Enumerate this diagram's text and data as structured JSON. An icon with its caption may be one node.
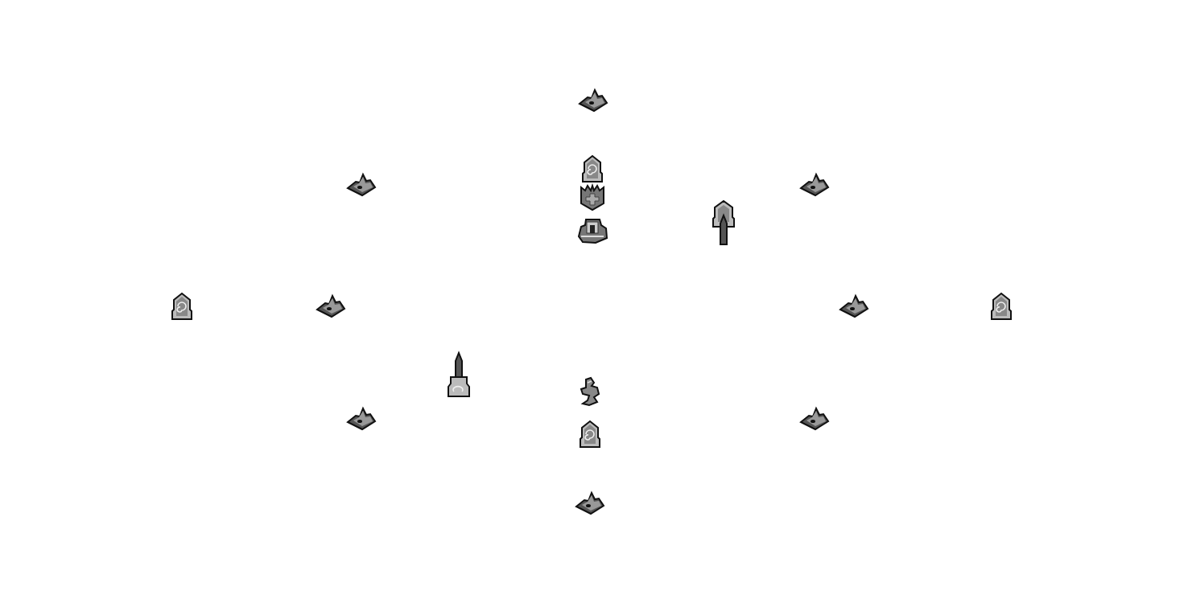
{
  "diagram": {
    "nodes": [
      {
        "text": [],
        "shape": "picture"
      },
      {
        "text": [],
        "shape": "picture"
      },
      {
        "text": [],
        "shape": "picture"
      },
      {
        "text": [],
        "shape": "picture"
      },
      {
        "text": [],
        "shape": "picture"
      },
      {
        "text": [],
        "shape": "picture"
      },
      {
        "text": [],
        "shape": "picture"
      },
      {
        "text": [],
        "shape": "picture"
      },
      {
        "text": [],
        "shape": "picture"
      },
      {
        "text": [],
        "shape": "picture"
      },
      {
        "text": [],
        "shape": "picture"
      },
      {
        "text": [],
        "shape": "picture"
      },
      {
        "text": [],
        "shape": "picture"
      },
      {
        "text": [],
        "shape": "picture"
      },
      {
        "text": [],
        "shape": "picture"
      },
      {
        "text": [],
        "shape": "picture"
      },
      {
        "text": [],
        "shape": "picture"
      }
    ]
  }
}
